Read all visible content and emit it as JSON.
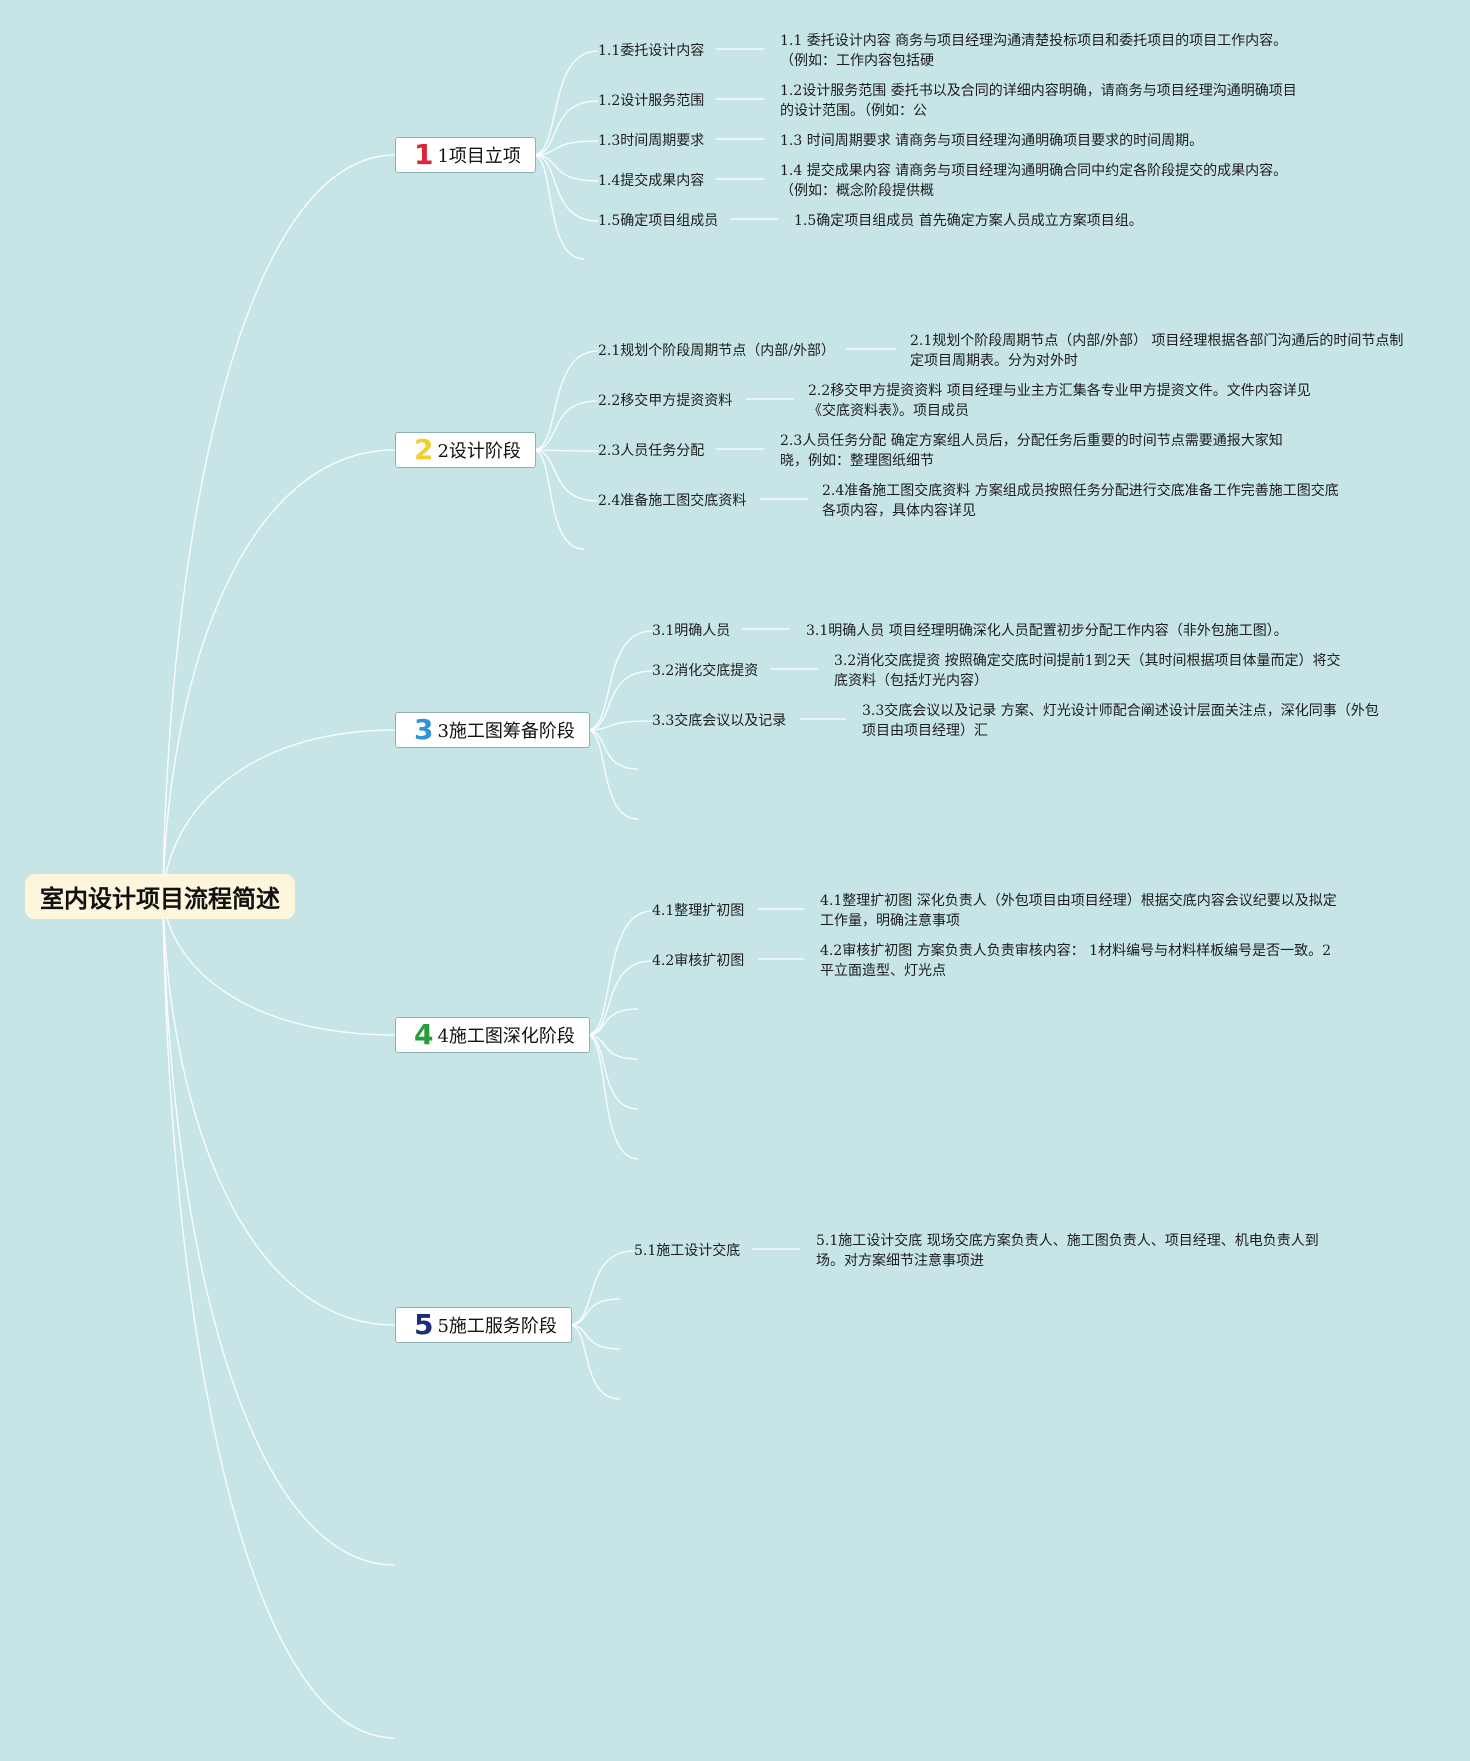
{
  "root": {
    "title": "室内设计项目流程简述"
  },
  "stages": [
    {
      "num": "1",
      "label": "1项目立项",
      "color": "#d6283a"
    },
    {
      "num": "2",
      "label": "2设计阶段",
      "color": "#f2cd2e"
    },
    {
      "num": "3",
      "label": "3施工图筹备阶段",
      "color": "#2e94d4"
    },
    {
      "num": "4",
      "label": "4施工图深化阶段",
      "color": "#269c3a"
    },
    {
      "num": "5",
      "label": "5施工服务阶段",
      "color": "#1d2e7c"
    }
  ],
  "steps": {
    "s1": [
      {
        "label": "1.1委托设计内容",
        "desc": "1.1 委托设计内容 商务与项目经理沟通清楚投标项目和委托项目的项目工作内容。（例如：工作内容包括硬"
      },
      {
        "label": "1.2设计服务范围",
        "desc": "1.2设计服务范围 委托书以及合同的详细内容明确，请商务与项目经理沟通明确项目的设计范围。（例如：公"
      },
      {
        "label": "1.3时间周期要求",
        "desc": "1.3 时间周期要求 请商务与项目经理沟通明确项目要求的时间周期。"
      },
      {
        "label": "1.4提交成果内容",
        "desc": "1.4 提交成果内容 请商务与项目经理沟通明确合同中约定各阶段提交的成果内容。（例如：概念阶段提供概"
      },
      {
        "label": "1.5确定项目组成员",
        "desc": "1.5确定项目组成员 首先确定方案人员成立方案项目组。"
      }
    ],
    "s2": [
      {
        "label": "2.1规划个阶段周期节点（内部/外部）",
        "desc": "2.1规划个阶段周期节点（内部/外部） 项目经理根据各部门沟通后的时间节点制定项目周期表。分为对外时"
      },
      {
        "label": "2.2移交甲方提资资料",
        "desc": "2.2移交甲方提资资料 项目经理与业主方汇集各专业甲方提资文件。文件内容详见《交底资料表》。项目成员"
      },
      {
        "label": "2.3人员任务分配",
        "desc": "2.3人员任务分配 确定方案组人员后，分配任务后重要的时间节点需要通报大家知晓，例如：整理图纸细节"
      },
      {
        "label": "2.4准备施工图交底资料",
        "desc": "2.4准备施工图交底资料 方案组成员按照任务分配进行交底准备工作完善施工图交底各项内容，具体内容详见"
      }
    ],
    "s3": [
      {
        "label": "3.1明确人员",
        "desc": "3.1明确人员 项目经理明确深化人员配置初步分配工作内容（非外包施工图）。"
      },
      {
        "label": "3.2消化交底提资",
        "desc": "3.2消化交底提资 按照确定交底时间提前1到2天（其时间根据项目体量而定）将交底资料（包括灯光内容）"
      },
      {
        "label": "3.3交底会议以及记录",
        "desc": "3.3交底会议以及记录 方案、灯光设计师配合阐述设计层面关注点，深化同事（外包项目由项目经理）汇"
      }
    ],
    "s4": [
      {
        "label": "4.1整理扩初图",
        "desc": "4.1整理扩初图 深化负责人（外包项目由项目经理）根据交底内容会议纪要以及拟定工作量，明确注意事项"
      },
      {
        "label": "4.2审核扩初图",
        "desc": "4.2审核扩初图 方案负责人负责审核内容： 1材料编号与材料样板编号是否一致。2平立面造型、灯光点"
      }
    ],
    "s5": [
      {
        "label": "5.1施工设计交底",
        "desc": "5.1施工设计交底 现场交底方案负责人、施工图负责人、项目经理、机电负责人到场。对方案细节注意事项进"
      }
    ]
  }
}
